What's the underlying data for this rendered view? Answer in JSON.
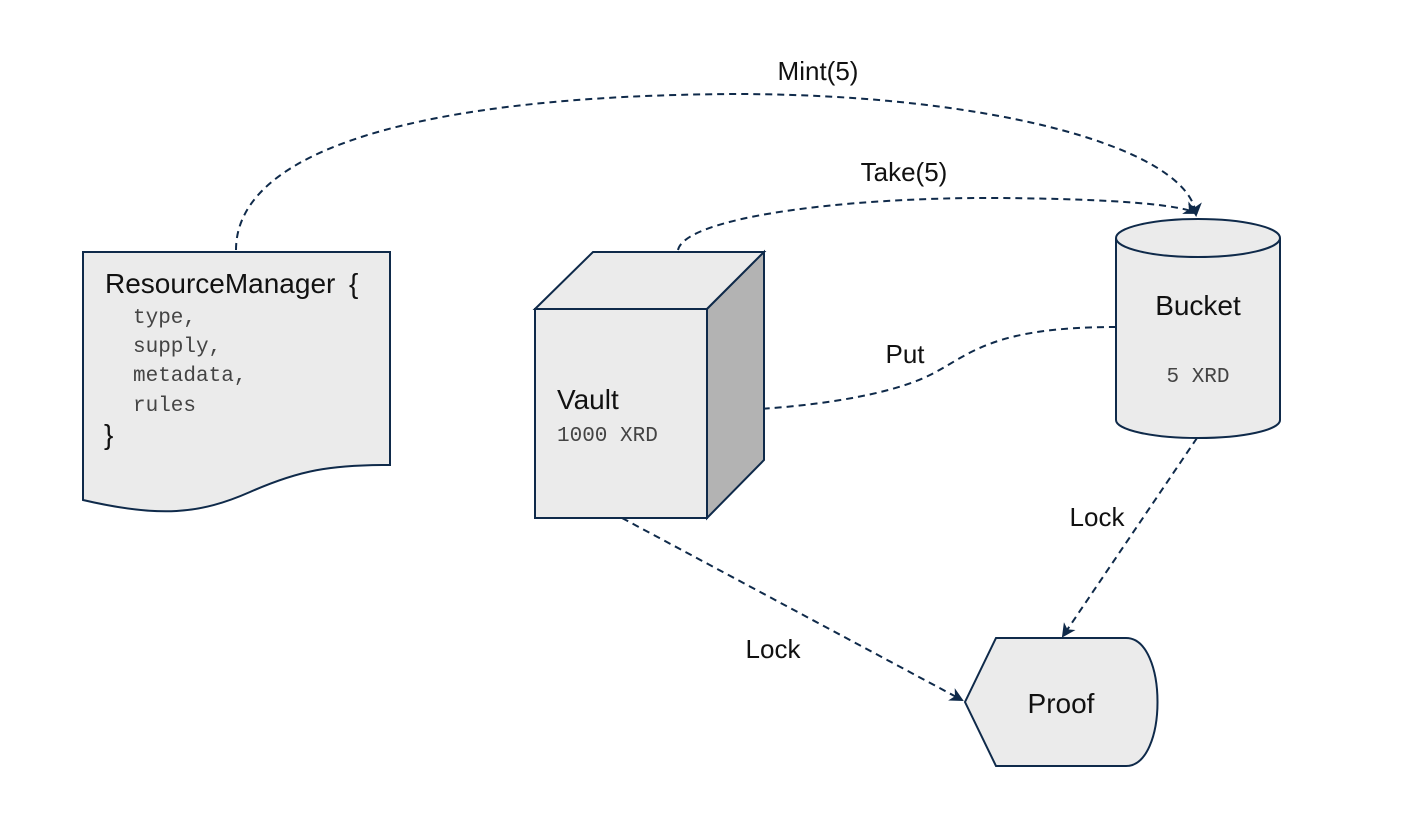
{
  "colors": {
    "stroke": "#0f2a4a",
    "fill_light": "#ebebeb",
    "fill_dark": "#b3b3b3",
    "text": "#111111",
    "mono_text": "#444444"
  },
  "nodes": {
    "resource_manager": {
      "title": "ResourceManager",
      "open_brace": "{",
      "fields": [
        "type,",
        "supply,",
        "metadata,",
        "rules"
      ],
      "close_brace": "}"
    },
    "vault": {
      "label": "Vault",
      "amount": "1000 XRD"
    },
    "bucket": {
      "label": "Bucket",
      "amount": "5 XRD"
    },
    "proof": {
      "label": "Proof"
    }
  },
  "edges": {
    "mint": {
      "label": "Mint(5)"
    },
    "take": {
      "label": "Take(5)"
    },
    "put": {
      "label": "Put"
    },
    "bucket_lock": {
      "label": "Lock"
    },
    "vault_lock": {
      "label": "Lock"
    }
  }
}
